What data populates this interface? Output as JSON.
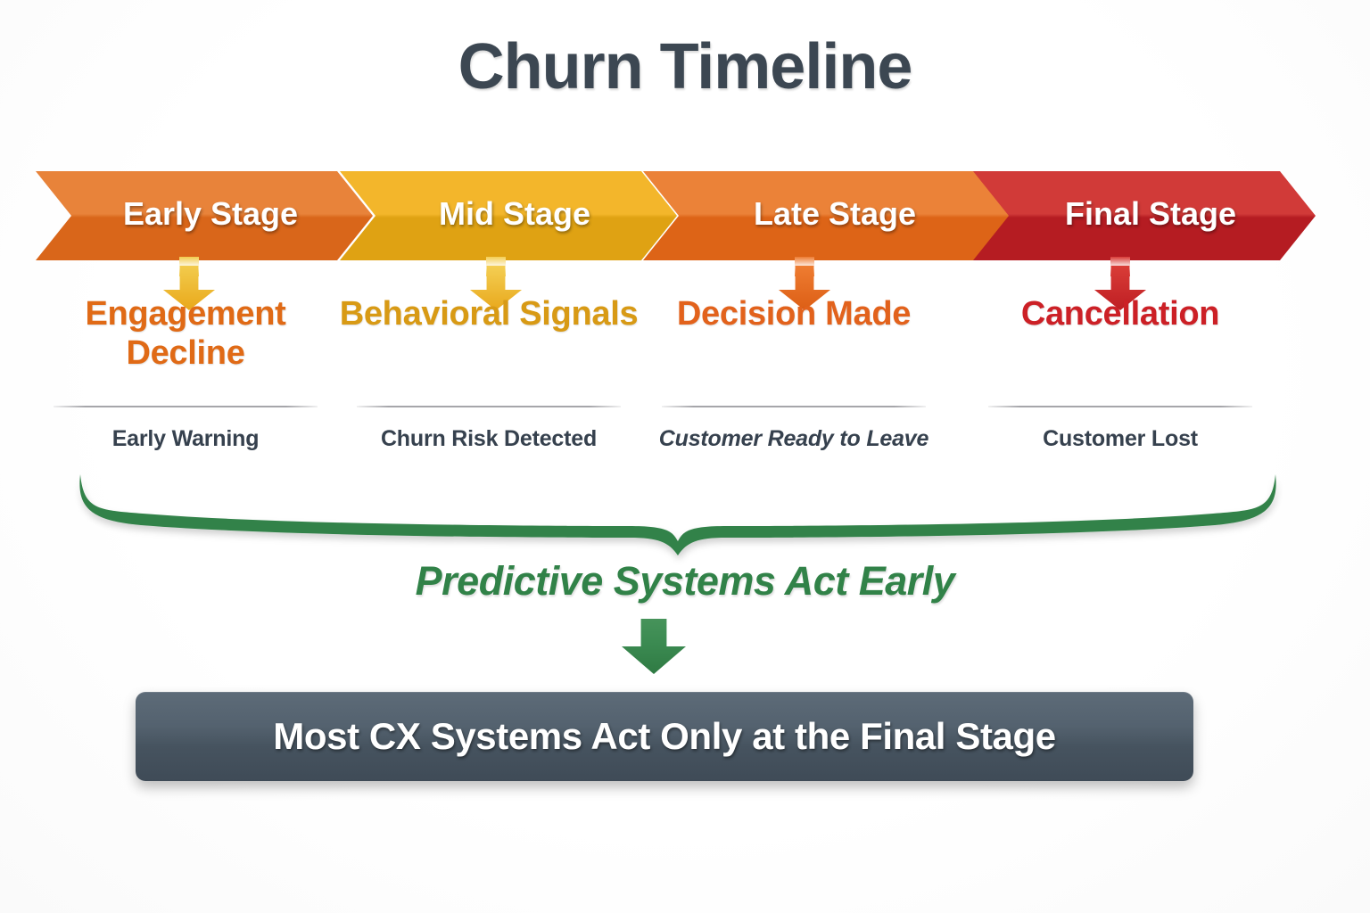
{
  "title": "Churn Timeline",
  "colors": {
    "title": "#3c4752",
    "early_stage": "#E0731E",
    "mid_stage": "#EFAD1B",
    "late_stage": "#E4701C",
    "final_stage": "#C32127",
    "engagement_decline_text": "#E06A16",
    "behavioral_signals_text": "#D89A15",
    "decision_made_text": "#E2621C",
    "cancellation_text": "#CC2026",
    "brace_green": "#318248",
    "predictive_green": "#318248",
    "bottom_bar": "#4b5865",
    "caption_text": "#36414e"
  },
  "stages": [
    {
      "banner_label": "Early Stage",
      "banner_color_top": "#E8833A",
      "banner_color_bottom": "#D9661A",
      "arrow_color_top": "#F2CB4C",
      "arrow_color_bottom": "#E9A81B",
      "heading": "Engagement Decline",
      "heading_color": "#E06A16",
      "caption": "Early Warning",
      "caption_italic": false
    },
    {
      "banner_label": "Mid Stage",
      "banner_color_top": "#F3B62B",
      "banner_color_bottom": "#DFA213",
      "arrow_color_top": "#F4CE53",
      "arrow_color_bottom": "#E8A81C",
      "heading": "Behavioral Signals",
      "heading_color": "#D89A15",
      "caption": "Churn Risk Detected",
      "caption_italic": false
    },
    {
      "banner_label": "Late Stage",
      "banner_color_top": "#EB8238",
      "banner_color_bottom": "#DD6417",
      "arrow_color_top": "#EE7C31",
      "arrow_color_bottom": "#DC5E15",
      "heading": "Decision Made",
      "heading_color": "#E2621C",
      "caption": "Customer Ready to Leave",
      "caption_italic": true
    },
    {
      "banner_label": "Final Stage",
      "banner_color_top": "#D13A38",
      "banner_color_bottom": "#B51C22",
      "arrow_color_top": "#D93C37",
      "arrow_color_bottom": "#BE1E23",
      "heading": "Cancellation",
      "heading_color": "#CC2026",
      "caption": "Customer Lost",
      "caption_italic": false
    }
  ],
  "predictive_note": "Predictive Systems Act Early",
  "bottom_banner": "Most CX Systems Act Only at the Final Stage"
}
